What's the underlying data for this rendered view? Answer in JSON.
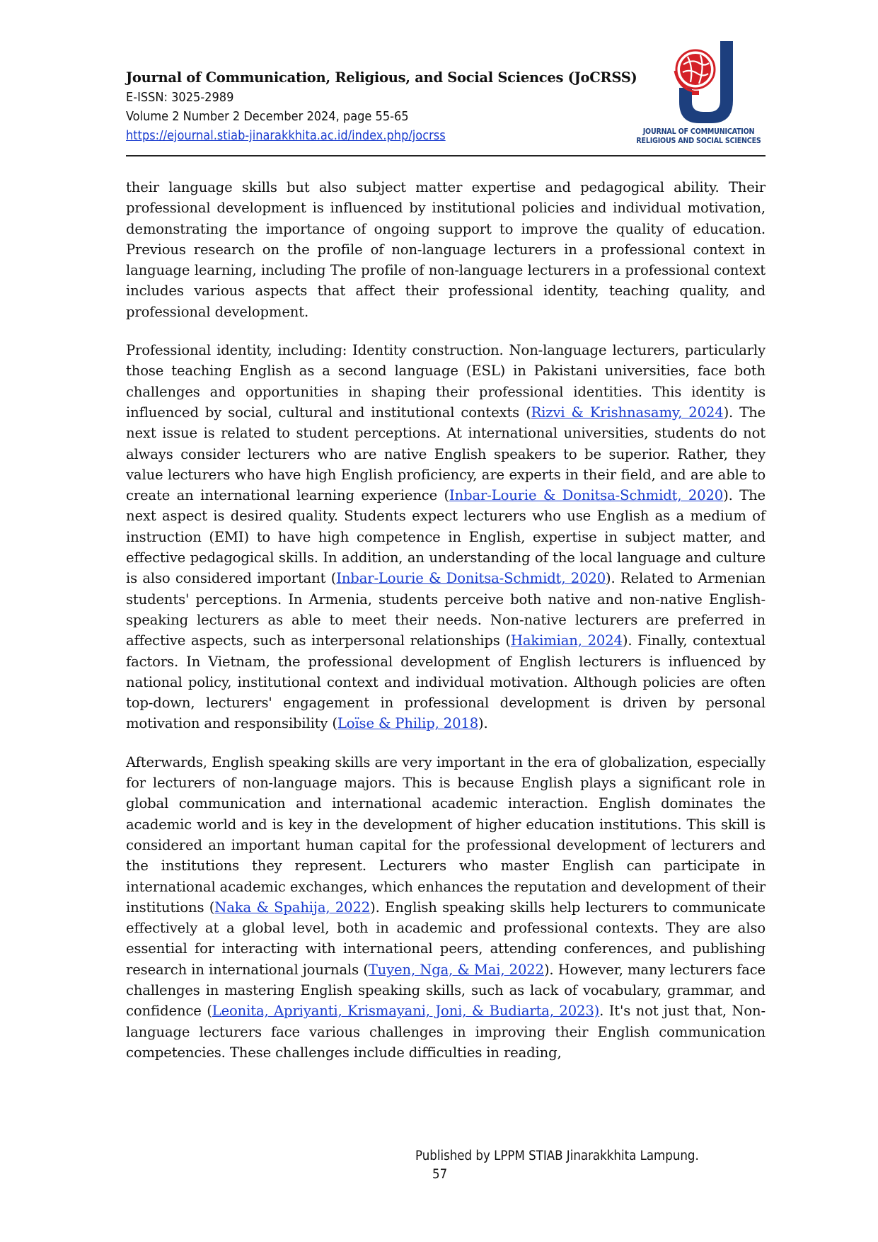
{
  "header": {
    "journal_title": "Journal of Communication, Religious, and Social Sciences (JoCRSS)",
    "issn": "E-ISSN: 3025-2989",
    "volume": "Volume 2 Number 2 December 2024, page 55-65",
    "url": "https://ejournal.stiab-jinarakkhita.ac.id/index.php/jocrss",
    "logo_caption_line1": "JOURNAL OF COMMUNICATION",
    "logo_caption_line2": "RELIGIOUS AND SOCIAL SCIENCES",
    "logo_icon": "globe-j-logo-icon",
    "colors": {
      "logo_blue": "#1d3f7e",
      "logo_red": "#d42027",
      "link": "#1a3ccf"
    }
  },
  "paragraphs": [
    {
      "parts": [
        {
          "t": "their language skills but also subject matter expertise and pedagogical ability. Their professional development is influenced by institutional policies and individual motivation, demonstrating the importance of ongoing support to improve the quality of education. Previous research on the profile of non-language lecturers in a professional context in language learning, including The profile of non-language lecturers in a professional context includes various aspects that affect their professional identity, teaching quality, and professional development."
        }
      ]
    },
    {
      "parts": [
        {
          "t": "Professional identity, including: Identity construction. Non-language lecturers, particularly those teaching English as a second language (ESL) in Pakistani universities, face both challenges and opportunities in shaping their professional identities. This identity is influenced by social, cultural and institutional contexts ("
        },
        {
          "t": "Rizvi & Krishnasamy, 2024",
          "link": true
        },
        {
          "t": "). The next issue is related to student perceptions. At international universities, students do not always consider lecturers who are native English speakers to be superior. Rather, they value lecturers who have high English proficiency, are experts in their field, and are able to create an international learning experience ("
        },
        {
          "t": "Inbar-Lourie & Donitsa-Schmidt, 2020",
          "link": true
        },
        {
          "t": "). The next aspect is desired quality. Students expect lecturers who use English as a medium of instruction (EMI) to have high competence in English, expertise in subject matter, and effective pedagogical skills. In addition, an understanding of the local language and culture is also considered important ("
        },
        {
          "t": "Inbar-Lourie & Donitsa-Schmidt, 2020",
          "link": true
        },
        {
          "t": "). Related to Armenian students' perceptions. In Armenia, students perceive both native and non-native English-speaking lecturers as able to meet their needs. Non-native lecturers are preferred in affective aspects, such as interpersonal relationships ("
        },
        {
          "t": "Hakimian, 2024",
          "link": true
        },
        {
          "t": "). Finally, contextual factors. In Vietnam, the professional development of English lecturers is influenced by national policy, institutional context and individual motivation. Although policies are often top-down, lecturers' engagement in professional development is driven by personal motivation and responsibility ("
        },
        {
          "t": "Loïse & Philip, 2018",
          "link": true
        },
        {
          "t": ")."
        }
      ]
    },
    {
      "parts": [
        {
          "t": "Afterwards, English speaking skills are very important in the era of globalization, especially for lecturers of non-language majors. This is because English plays a significant role in global communication and international academic interaction. English dominates the academic world and is key in the development of higher education institutions. This skill is considered an important human capital for the professional development of lecturers and the institutions they represent. Lecturers who master English can participate in international academic exchanges, which enhances the reputation and development of their institutions ("
        },
        {
          "t": "Naka & Spahija, 2022",
          "link": true
        },
        {
          "t": "). English speaking skills help lecturers to communicate effectively at a global level, both in academic and professional contexts. They are also essential for interacting with international peers, attending conferences, and publishing research in international journals ("
        },
        {
          "t": "Tuyen, Nga, & Mai, 2022",
          "link": true
        },
        {
          "t": "). However, many lecturers face challenges in mastering English speaking skills, such as lack of vocabulary, grammar, and confidence ("
        },
        {
          "t": "Leonita, Apriyanti, Krismayani, Joni, & Budiarta, 2023)",
          "link": true
        },
        {
          "t": ". It's not just that, Non-language lecturers face various challenges in improving their English communication competencies. These challenges include difficulties in reading,"
        }
      ]
    }
  ],
  "footer": {
    "publisher": "Published by LPPM STIAB Jinarakkhita Lampung.",
    "page_number": "57"
  }
}
